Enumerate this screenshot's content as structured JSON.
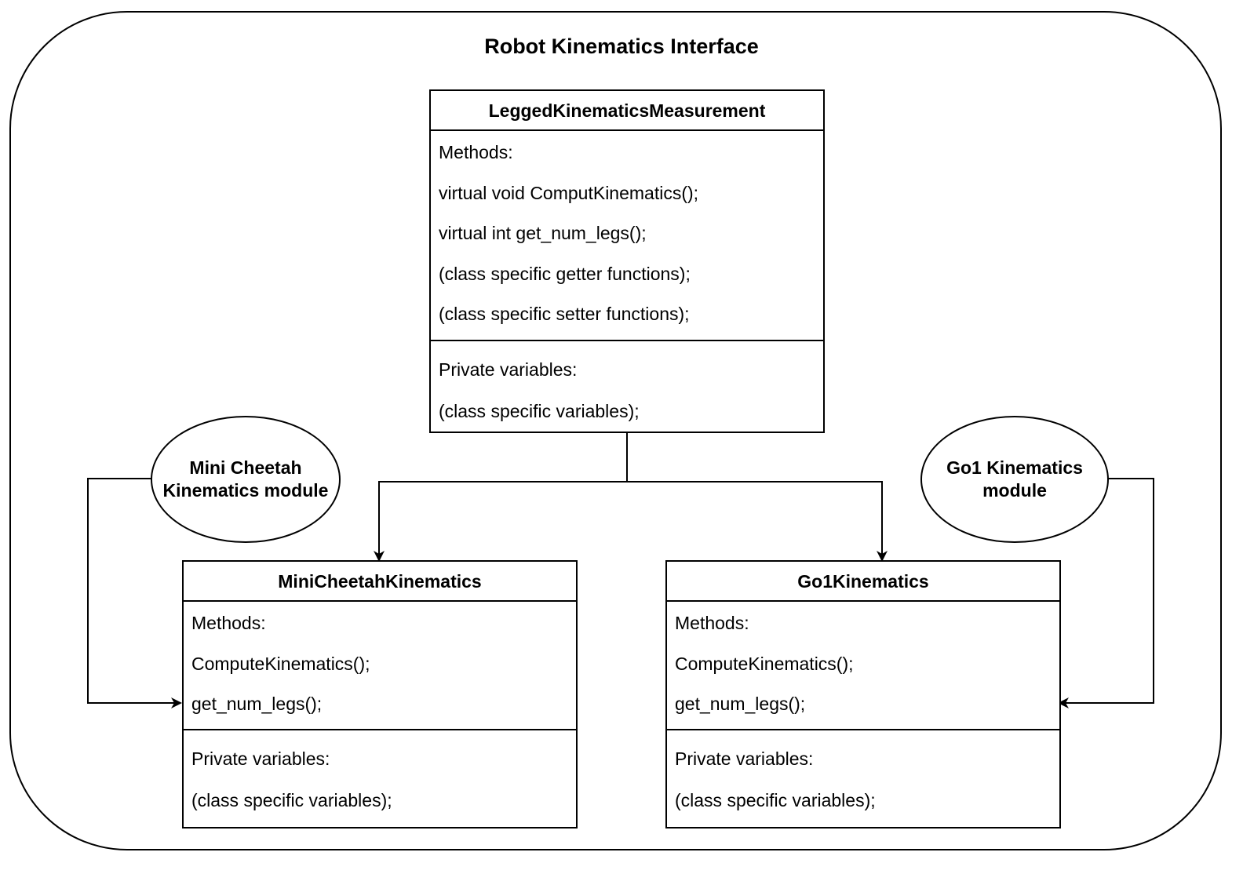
{
  "title": "Robot Kinematics Interface",
  "base_class": {
    "name": "LeggedKinematicsMeasurement",
    "methods": [
      "Methods:",
      "virtual void ComputKinematics();",
      "virtual int get_num_legs();",
      "(class specific getter functions);",
      "(class specific setter functions);"
    ],
    "variables": [
      "Private variables:",
      "(class specific variables);"
    ]
  },
  "derived_left": {
    "name": "MiniCheetahKinematics",
    "methods": [
      "Methods:",
      "ComputeKinematics();",
      "get_num_legs();"
    ],
    "variables": [
      "Private variables:",
      "(class specific variables);"
    ]
  },
  "derived_right": {
    "name": "Go1Kinematics",
    "methods": [
      "Methods:",
      "ComputeKinematics();",
      "get_num_legs();"
    ],
    "variables": [
      "Private variables:",
      "(class specific variables);"
    ]
  },
  "module_left": {
    "line1": "Mini Cheetah",
    "line2": "Kinematics module"
  },
  "module_right": {
    "line1": "Go1 Kinematics",
    "line2": "module"
  }
}
